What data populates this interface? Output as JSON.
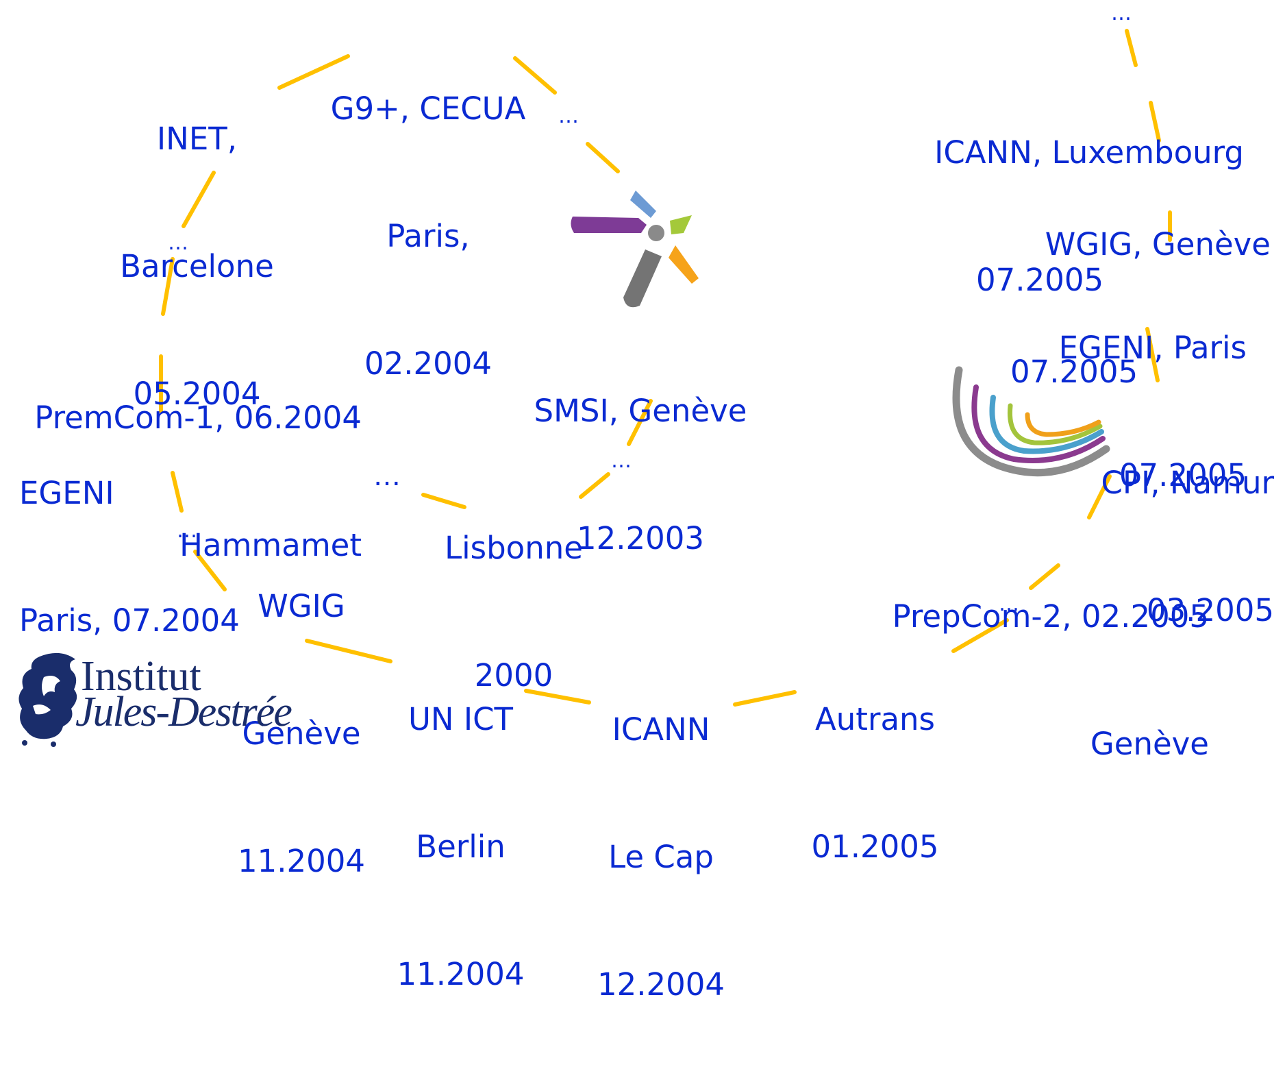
{
  "colors": {
    "label": "#0a2ad2",
    "connector": "#ffc000",
    "institute": "#1a2d6b"
  },
  "nodes": {
    "g9": {
      "lines": [
        "G9+, CECUA",
        "Paris,",
        "02.2004"
      ]
    },
    "inet": {
      "lines": [
        "INET,",
        "Barcelone",
        "05.2004"
      ]
    },
    "premcom1": {
      "lines": [
        "PremCom-1, 06.2004",
        "Hammamet"
      ]
    },
    "egeni_2004": {
      "lines": [
        "EGENI",
        "Paris, 07.2004"
      ]
    },
    "wgig_2004": {
      "lines": [
        "WGIG",
        "Genève",
        "11.2004"
      ]
    },
    "un_ict": {
      "lines": [
        "UN ICT",
        "Berlin",
        "11.2004"
      ]
    },
    "icann_cap": {
      "lines": [
        "ICANN",
        "Le Cap",
        "12.2004"
      ]
    },
    "autrans": {
      "lines": [
        "Autrans",
        "01.2005"
      ]
    },
    "prepcom2": {
      "lines": [
        "PrepCom-2, 02.2005",
        "Genève"
      ]
    },
    "cpi": {
      "lines": [
        "CPI, Namur",
        "03.2005"
      ]
    },
    "egeni_2005": {
      "lines": [
        "EGENI, Paris",
        "07.2005"
      ]
    },
    "wgig_2005": {
      "lines": [
        "WGIG, Genève",
        "07.2005"
      ]
    },
    "icann_lux": {
      "lines": [
        "ICANN, Luxembourg",
        "07.2005"
      ]
    },
    "smsi": {
      "lines": [
        "SMSI, Genève",
        "12.2003"
      ]
    },
    "lisbonne": {
      "lines": [
        "Lisbonne",
        "2000"
      ]
    }
  },
  "ellipsis": "…",
  "institute": {
    "line1": "Institut",
    "line2": "Jules-Destrée"
  },
  "icons": {
    "wsis_logo": "wsis-logo-icon",
    "cpi_logo": "cpi-swoosh-icon",
    "iijd_logo": "rooster-emblem-icon"
  }
}
